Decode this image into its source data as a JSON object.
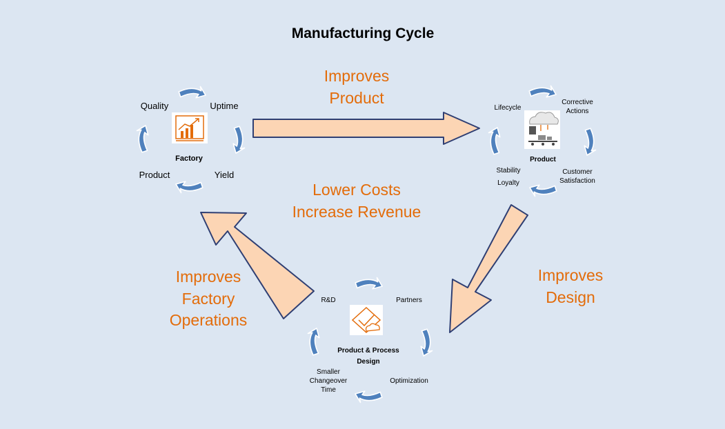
{
  "title": "Manufacturing Cycle",
  "colors": {
    "background": "#dce6f2",
    "big_arrow_fill": "#fcd5b4",
    "big_arrow_stroke": "#2f3f73",
    "cycle_arrow_fill": "#4f81bd",
    "cycle_arrow_edge": "#ffffff",
    "accent_text": "#e36c0a",
    "icon_orange": "#e36c0a"
  },
  "center_text": {
    "line1": "Lower Costs",
    "line2": "Increase Revenue"
  },
  "transitions": {
    "factory_to_product": {
      "line1": "Improves",
      "line2": "Product"
    },
    "product_to_design": {
      "line1": "Improves",
      "line2": "Design"
    },
    "design_to_factory": {
      "line1": "Improves",
      "line2": "Factory",
      "line3": "Operations"
    }
  },
  "nodes": {
    "factory": {
      "name": "Factory",
      "icon": "chart-growth-icon",
      "labels": {
        "top_left": "Quality",
        "top_right": "Uptime",
        "bottom_right": "Yield",
        "bottom_left": "Product"
      }
    },
    "product": {
      "name": "Product",
      "icon": "cloud-conveyor-icon",
      "labels": {
        "top_left": "Lifecycle",
        "top_right_1": "Corrective",
        "top_right_2": "Actions",
        "bottom_right_1": "Customer",
        "bottom_right_2": "Satisfaction",
        "bottom_left_1": "Stability",
        "bottom_left_2": "Loyalty"
      }
    },
    "design": {
      "name_1": "Product & Process",
      "name_2": "Design",
      "icon": "design-check-icon",
      "labels": {
        "top_left": "R&D",
        "top_right": "Partners",
        "bottom_right": "Optimization",
        "bottom_left_1": "Smaller",
        "bottom_left_2": "Changeover",
        "bottom_left_3": "Time"
      }
    }
  }
}
